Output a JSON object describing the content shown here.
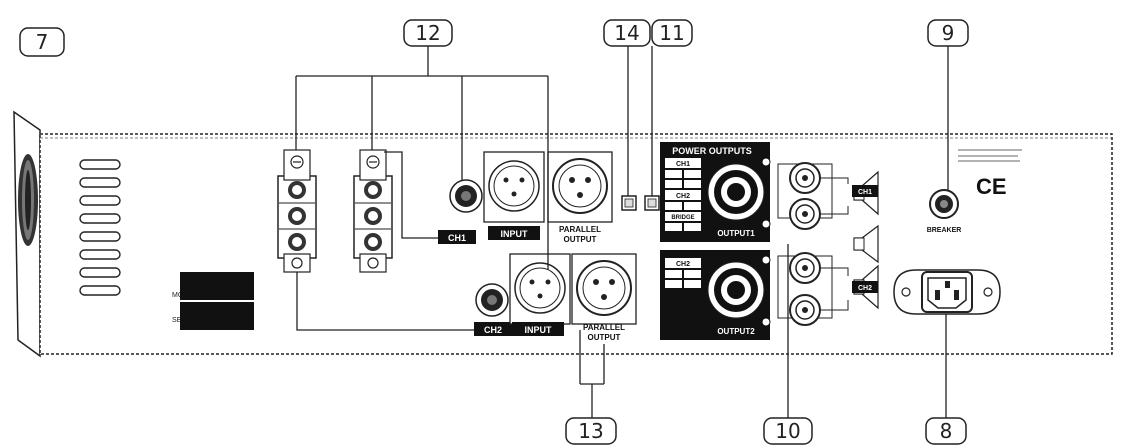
{
  "callouts": {
    "c7": "7",
    "c12": "12",
    "c14": "14",
    "c11": "11",
    "c9": "9",
    "c13": "13",
    "c10": "10",
    "c8": "8"
  },
  "labels": {
    "ch1": "CH1",
    "ch2": "CH2",
    "input": "INPUT",
    "parallel": "PARALLEL",
    "output": "OUTPUT",
    "power_outputs": "POWER OUTPUTS",
    "output1": "OUTPUT1",
    "output2": "OUTPUT2",
    "breaker": "BREAKER",
    "ce": "CE",
    "model": "MODEL",
    "serial": "SERIAL",
    "bridge": "BRIDGE",
    "po_ch1": "CH1",
    "po_ch2": "CH2",
    "sp_ch1": "CH1",
    "sp_ch2": "CH2"
  }
}
